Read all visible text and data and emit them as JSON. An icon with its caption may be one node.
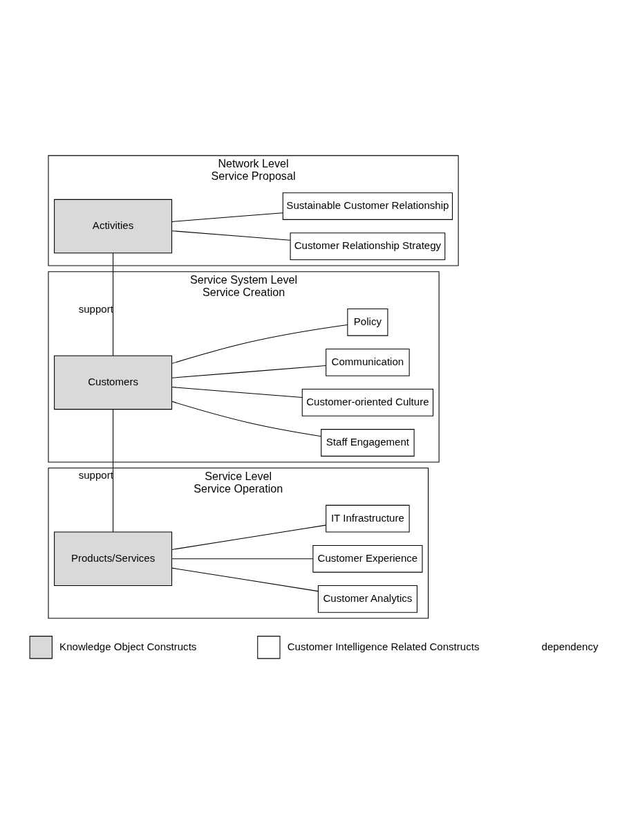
{
  "diagram": {
    "nodes": [
      {
        "text": [
          "Network Level",
          "Service Proposal"
        ]
      },
      {
        "text": [
          "Activities"
        ],
        "in": 0
      },
      {
        "text": [
          "Customer Relationship Strategy"
        ],
        "in": 0
      },
      {
        "text": [
          "Sustainable Customer Relationship"
        ],
        "in": 0
      },
      {
        "text": [
          "Service System Level",
          "Service Creation"
        ]
      },
      {
        "text": [
          "Customers"
        ],
        "in": 4
      },
      {
        "text": [
          "Staff Engagement"
        ],
        "in": 4
      },
      {
        "text": [
          "Customer-oriented Culture"
        ],
        "in": 4
      },
      {
        "text": [
          "Communication"
        ],
        "in": 4
      },
      {
        "text": [
          "Policy"
        ],
        "in": 4
      },
      {
        "text": [
          "Service Level",
          "Service Operation"
        ]
      },
      {
        "text": [
          "Products/Services"
        ],
        "in": 10
      },
      {
        "text": [
          "Customer Analytics"
        ],
        "in": 10
      },
      {
        "text": [
          "Customer Experience"
        ],
        "in": 10
      },
      {
        "text": [
          "IT Infrastructure"
        ],
        "in": 10
      }
    ],
    "edges": [
      {
        "from": 1,
        "to": 2,
        "arrow": "none"
      },
      {
        "from": 1,
        "to": 3,
        "arrow": "none"
      },
      {
        "from": 1,
        "to": 5,
        "arrow": "none",
        "label": "support"
      },
      {
        "from": 5,
        "to": 6,
        "arrow": "none"
      },
      {
        "from": 5,
        "to": 7,
        "arrow": "none"
      },
      {
        "from": 5,
        "to": 8,
        "arrow": "none"
      },
      {
        "from": 5,
        "to": 9,
        "arrow": "none"
      },
      {
        "from": 5,
        "to": 11,
        "arrow": "none",
        "label": "support"
      },
      {
        "from": 11,
        "to": 12,
        "arrow": "none"
      },
      {
        "from": 11,
        "to": 13,
        "arrow": "none"
      },
      {
        "from": 11,
        "to": 14,
        "arrow": "none"
      }
    ],
    "legend": [
      {
        "text": "Knowledge Object Constructs",
        "color": "#d9d9d9"
      },
      {
        "text": "Customer Intelligence Related Constructs",
        "color": "#ffffff"
      },
      {
        "text": "dependency"
      }
    ]
  }
}
